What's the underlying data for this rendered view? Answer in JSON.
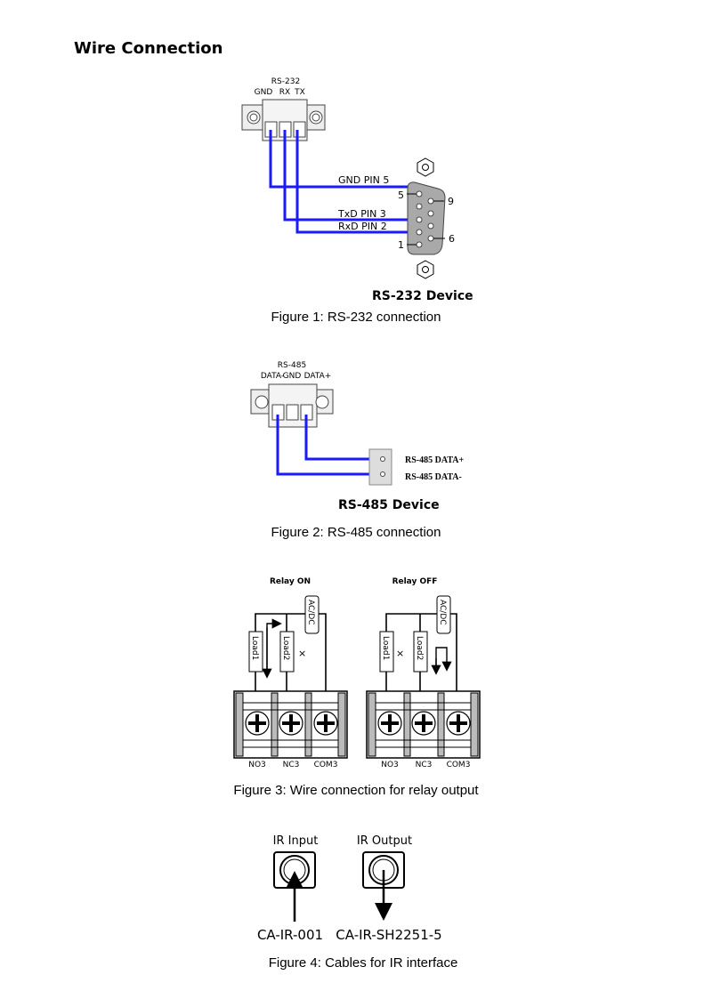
{
  "title": "Wire Connection",
  "figure1": {
    "connector_label": "RS-232",
    "pins": [
      "GND",
      "RX",
      "TX"
    ],
    "wires": [
      "GND PIN 5",
      "TxD PIN 3",
      "RxD PIN 2"
    ],
    "db9_numbers": [
      "5",
      "9",
      "6",
      "1"
    ],
    "device": "RS-232 Device",
    "caption": "Figure 1: RS-232 connection",
    "wire_color": "#1a1aff"
  },
  "figure2": {
    "connector_label": "RS-485",
    "pins": [
      "DATA-",
      "GND",
      "DATA+"
    ],
    "device_pins": [
      "RS-485 DATA+",
      "RS-485 DATA-"
    ],
    "device": "RS-485 Device",
    "caption": "Figure 2: RS-485 connection"
  },
  "figure3": {
    "panels": [
      {
        "title": "Relay ON",
        "source": "AC/DC",
        "loads": [
          "Load1",
          "Load2"
        ],
        "terminals": [
          "NO3",
          "NC3",
          "COM3"
        ]
      },
      {
        "title": "Relay OFF",
        "source": "AC/DC",
        "loads": [
          "Load1",
          "Load2"
        ],
        "terminals": [
          "NO3",
          "NC3",
          "COM3"
        ]
      }
    ],
    "mark": "×",
    "caption": "Figure 3: Wire connection for relay output"
  },
  "figure4": {
    "ports": [
      "IR Input",
      "IR Output"
    ],
    "cables": [
      "CA-IR-001",
      "CA-IR-SH2251-5"
    ],
    "caption": "Figure 4: Cables for IR interface"
  }
}
